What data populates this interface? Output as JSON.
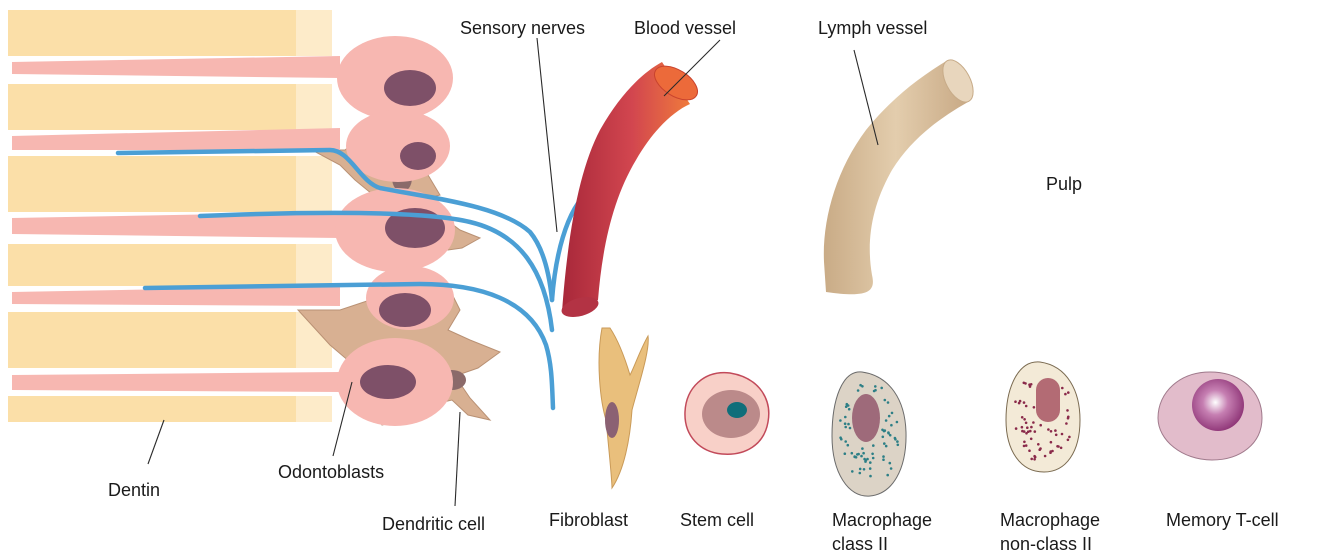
{
  "colors": {
    "dentin": "#fbdfa8",
    "odontoblast": "#f7b7b1",
    "nucleus": "#7e5068",
    "nerve": "#4b9fd5",
    "blood_vessel": "#c43b4a",
    "lymph_vessel": "#d6bd98",
    "dendritic_cell": "#d8b092"
  },
  "labels": {
    "sensory_nerves": "Sensory nerves",
    "blood_vessel": "Blood vessel",
    "lymph_vessel": "Lymph vessel",
    "pulp": "Pulp",
    "dentin": "Dentin",
    "odontoblasts": "Odontoblasts",
    "dendritic_cell": "Dendritic cell",
    "fibroblast": "Fibroblast",
    "stem_cell": "Stem cell",
    "macrophage_class_ii_line1": "Macrophage",
    "macrophage_class_ii_line2": "class II",
    "macrophage_nonclass_ii_line1": "Macrophage",
    "macrophage_nonclass_ii_line2": "non-class II",
    "memory_t_cell": "Memory T-cell"
  }
}
